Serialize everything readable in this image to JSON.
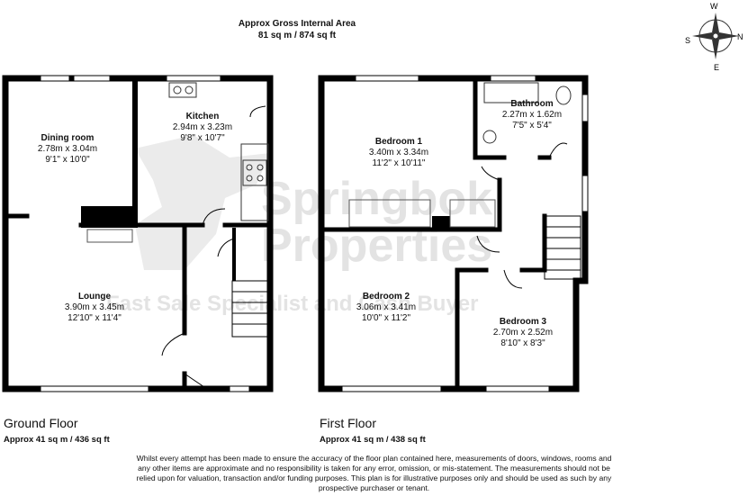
{
  "header": {
    "title": "Approx Gross Internal Area",
    "total_area": "81 sq m / 874 sq ft"
  },
  "watermark": {
    "line1": "Springbok",
    "line2": "Properties",
    "tagline": "Fast Sale Specialist and Cash Buyer"
  },
  "compass": {
    "n": "N",
    "e": "E",
    "s": "S",
    "w": "W"
  },
  "ground_floor": {
    "label": "Ground Floor",
    "area": "Approx 41 sq m / 436 sq ft",
    "rooms": [
      {
        "name": "Dining room",
        "metric": "2.78m x 3.04m",
        "imperial": "9'1\" x 10'0\""
      },
      {
        "name": "Kitchen",
        "metric": "2.94m x 3.23m",
        "imperial": "9'8\" x 10'7\""
      },
      {
        "name": "Lounge",
        "metric": "3.90m x 3.45m",
        "imperial": "12'10\" x 11'4\""
      }
    ]
  },
  "first_floor": {
    "label": "First Floor",
    "area": "Approx 41 sq m / 438 sq ft",
    "rooms": [
      {
        "name": "Bedroom 1",
        "metric": "3.40m x 3.34m",
        "imperial": "11'2\" x 10'11\""
      },
      {
        "name": "Bathroom",
        "metric": "2.27m x 1.62m",
        "imperial": "7'5\" x 5'4\""
      },
      {
        "name": "Bedroom 2",
        "metric": "3.06m x 3.41m",
        "imperial": "10'0\" x 11'2\""
      },
      {
        "name": "Bedroom 3",
        "metric": "2.70m x 2.52m",
        "imperial": "8'10\" x 8'3\""
      }
    ]
  },
  "disclaimer": {
    "line1": "Whilst every attempt has been made to ensure the accuracy of the floor plan contained here, measurements of doors, windows, rooms and",
    "line2": "any other items are approximate and no responsibility is taken for any error, omission, or mis-statement. The measurements should not be",
    "line3": "relied upon for valuation, transaction and/or funding purposes. This plan is for illustrative purposes only and should be used as such by any",
    "line4": "prospective purchaser or tenant."
  }
}
